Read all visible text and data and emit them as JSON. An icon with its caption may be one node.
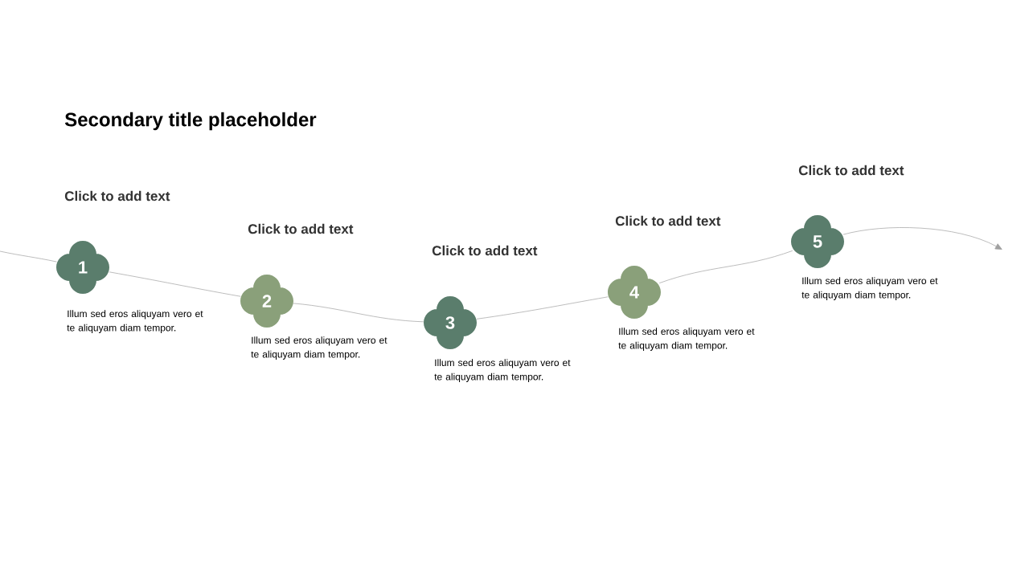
{
  "diagram": {
    "title": "Secondary title placeholder",
    "nodes": [
      {
        "text": [
          "1"
        ],
        "beside": [
          "Click to add text",
          "Illum sed eros aliquyam vero et te aliquyam diam tempor."
        ]
      },
      {
        "text": [
          "2"
        ],
        "beside": [
          "Click to add text",
          "Illum sed eros aliquyam vero et te aliquyam diam tempor."
        ]
      },
      {
        "text": [
          "3"
        ],
        "beside": [
          "Click to add text",
          "Illum sed eros aliquyam vero et te aliquyam diam tempor."
        ]
      },
      {
        "text": [
          "4"
        ],
        "beside": [
          "Click to add text",
          "Illum sed eros aliquyam vero et te aliquyam diam tempor."
        ]
      },
      {
        "text": [
          "5"
        ],
        "beside": [
          "Click to add text",
          "Illum sed eros aliquyam vero et te aliquyam diam tempor."
        ]
      }
    ],
    "edges": [
      {
        "from": null,
        "to": 0,
        "arrow": "none"
      },
      {
        "from": 0,
        "to": 1,
        "arrow": "none"
      },
      {
        "from": 1,
        "to": 2,
        "arrow": "none"
      },
      {
        "from": 2,
        "to": 3,
        "arrow": "none"
      },
      {
        "from": 3,
        "to": 4,
        "arrow": "none"
      },
      {
        "from": 4,
        "to": null,
        "arrow": "to"
      }
    ]
  }
}
